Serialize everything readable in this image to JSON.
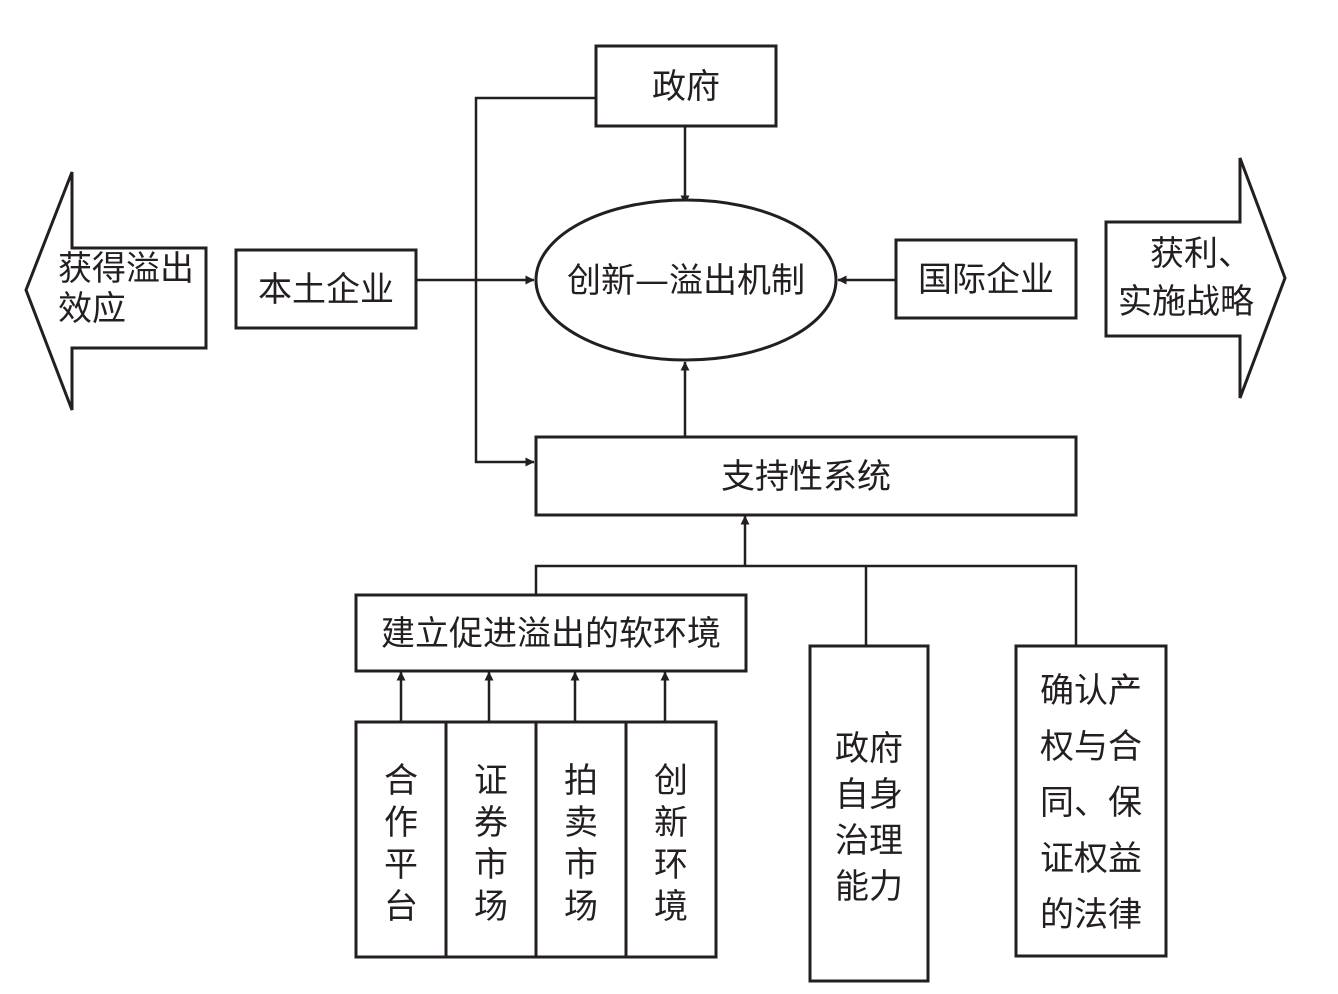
{
  "diagram": {
    "government": "政府",
    "mechanism": "创新—溢出机制",
    "local_enterprise": "本土企业",
    "international_enterprise": "国际企业",
    "left_outcome": [
      "获得溢出",
      "效应"
    ],
    "right_outcome": [
      "获利、",
      "实施战略"
    ],
    "support_system": "支持性系统",
    "soft_environment": "建立促进溢出的软环境",
    "soft_components": [
      [
        "合",
        "作",
        "平",
        "台"
      ],
      [
        "证",
        "券",
        "市",
        "场"
      ],
      [
        "拍",
        "卖",
        "市",
        "场"
      ],
      [
        "创",
        "新",
        "环",
        "境"
      ]
    ],
    "gov_governance": [
      "政府",
      "自身",
      "治理",
      "能力"
    ],
    "legal_protection": [
      "确认产",
      "权与合",
      "同、保",
      "证权益",
      "的法律"
    ]
  },
  "colors": {
    "stroke": "#231f20",
    "background": "#ffffff"
  }
}
